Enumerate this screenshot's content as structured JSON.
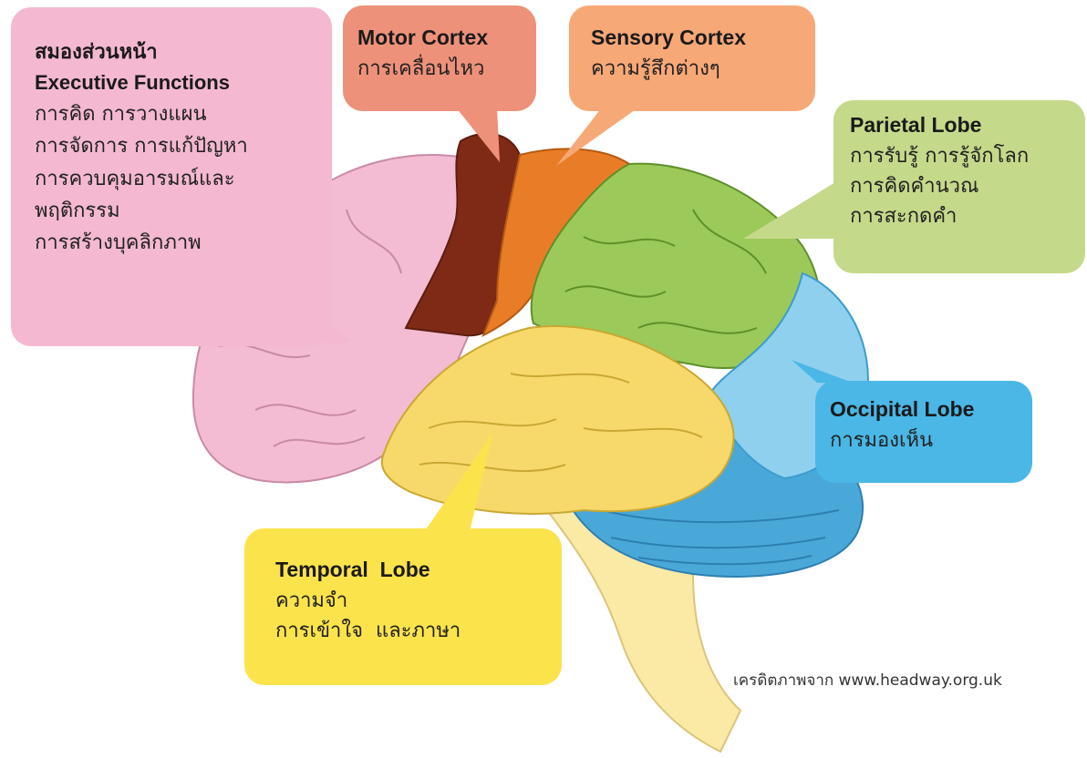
{
  "diagram": {
    "frontal": {
      "title_th": "สมองส่วนหน้า",
      "title_en": "Executive Functions",
      "lines": [
        "การคิด การวางแผน",
        "การจัดการ การแก้ปัญหา",
        "การควบคุมอารมณ์และ",
        "พฤติกรรม",
        "การสร้างบุคลิกภาพ"
      ],
      "color": "#f4b8d1"
    },
    "motor": {
      "title": "Motor Cortex",
      "lines": [
        "การเคลื่อนไหว"
      ],
      "color": "#ee917a"
    },
    "sensory": {
      "title": "Sensory Cortex",
      "lines": [
        "ความรู้สึกต่างๆ"
      ],
      "color": "#f7a877"
    },
    "parietal": {
      "title": "Parietal Lobe",
      "lines": [
        "การรับรู้ การรู้จักโลก",
        "การคิดคำนวณ",
        "การสะกดคำ"
      ],
      "color": "#c5d98a"
    },
    "occipital": {
      "title": "Occipital Lobe",
      "lines": [
        "การมองเห็น"
      ],
      "color": "#4ab7e6"
    },
    "temporal": {
      "title": "Temporal  Lobe",
      "lines": [
        "ความจำ",
        "การเข้าใจ  และภาษา"
      ],
      "color": "#fbe34c"
    }
  },
  "credit": "เครดิตภาพจาก www.headway.org.uk"
}
